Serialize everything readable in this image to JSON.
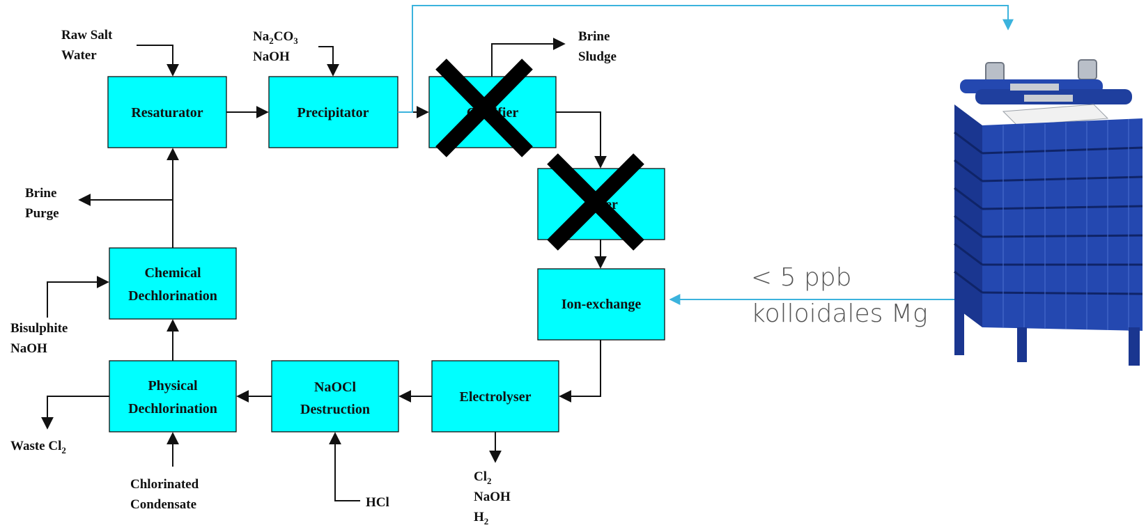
{
  "units": {
    "resaturator": "Resaturator",
    "precipitator": "Precipitator",
    "clarifier": "Clarifier",
    "filter": "Filter",
    "ion_exchange": "Ion-exchange",
    "electrolyser": "Electrolyser",
    "naocl_destruction": [
      "NaOCl",
      "Destruction"
    ],
    "physical_dechlorination": [
      "Physical",
      "Dechlorination"
    ],
    "chemical_dechlorination": [
      "Chemical",
      "Dechlorination"
    ]
  },
  "streams": {
    "raw_salt_water": [
      "Raw Salt",
      "Water"
    ],
    "na2co3": "Na2CO3",
    "naoh_precip": "NaOH",
    "brine_sludge": [
      "Brine",
      "Sludge"
    ],
    "brine_purge": [
      "Brine",
      "Purge"
    ],
    "bisulphite": [
      "Bisulphite",
      "NaOH"
    ],
    "waste_cl2": "Waste Cl2",
    "chlorinated_condensate": [
      "Chlorinated",
      "Condensate"
    ],
    "hcl": "HCl",
    "products": [
      "Cl2",
      "NaOH",
      "H2"
    ]
  },
  "annotation": {
    "line1": "< 5 ppb",
    "line2": "kolloidales Mg"
  },
  "crossed_out": [
    "Clarifier",
    "Filter"
  ],
  "colors": {
    "box_fill": "#00FFFF",
    "connector_blue": "#3bb3dd",
    "module_blue": "#1f3f9e"
  }
}
